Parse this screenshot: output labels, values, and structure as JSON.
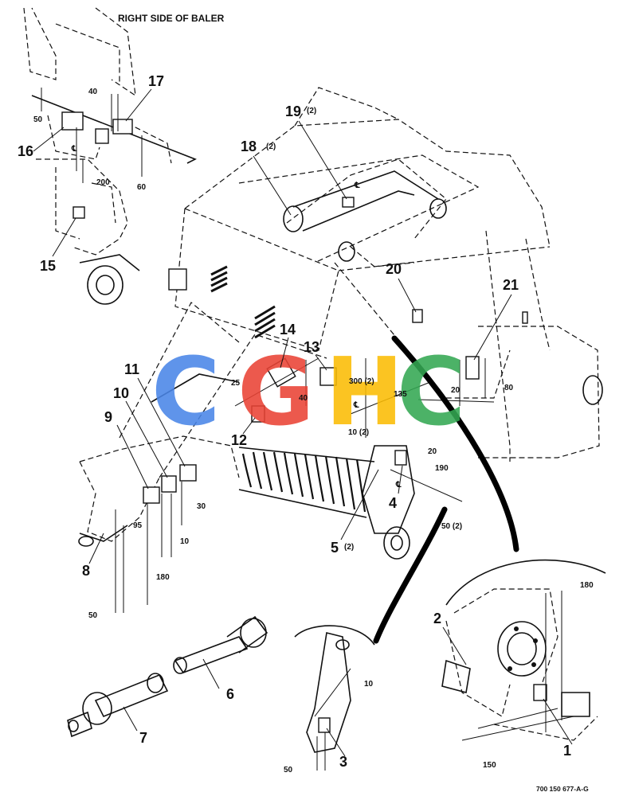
{
  "title": "RIGHT SIDE OF BALER",
  "drawing_code": "700 150 677-A-G",
  "logo": {
    "letters": [
      "C",
      "G",
      "H",
      "C"
    ],
    "colors": [
      "#4a86e8",
      "#ea4335",
      "#fbbc04",
      "#34a853"
    ]
  },
  "callouts": {
    "c1": "1",
    "c2": "2",
    "c3": "3",
    "c4": "4",
    "c5": "5",
    "c5q": "(2)",
    "c6": "6",
    "c7": "7",
    "c8": "8",
    "c9": "9",
    "c10": "10",
    "c11": "11",
    "c12": "12",
    "c13": "13",
    "c14": "14",
    "c15": "15",
    "c16": "16",
    "c17": "17",
    "c18": "18",
    "c18q": "(2)",
    "c19": "19",
    "c19q": "(2)",
    "c20": "20",
    "c21": "21"
  },
  "dimensions": {
    "d40_top": "40",
    "d50_top": "50",
    "d60_top": "60",
    "d200": "200",
    "d25": "25",
    "d40_mid": "40",
    "d300": "300 (2)",
    "d10_2": "10 (2)",
    "d135": "135",
    "d20_a": "20",
    "d80": "80",
    "d20_b": "20",
    "d190": "190",
    "d50_2": "50 (2)",
    "d95": "95",
    "d30": "30",
    "d10_mid": "10",
    "d180_left": "180",
    "d50_left": "50",
    "d10_bracket": "10",
    "d50_bracket": "50",
    "d180_right": "180",
    "d150": "150"
  },
  "icons": {
    "centerline": "centerline-symbol"
  }
}
